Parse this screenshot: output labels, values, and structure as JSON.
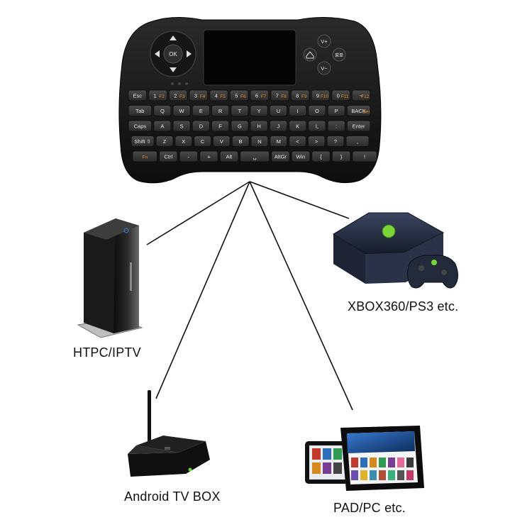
{
  "devices": {
    "htpc": {
      "label": "HTPC/IPTV"
    },
    "xbox": {
      "label": "XBOX360/PS3 etc."
    },
    "tvbox": {
      "label": "Android TV BOX"
    },
    "pad": {
      "label": "PAD/PC etc."
    }
  },
  "keyboard": {
    "ok_label": "OK",
    "vplus": "V+",
    "vminus": "V−",
    "menu": "菜单",
    "rows": [
      [
        "Esc",
        "1",
        "2",
        "3",
        "4",
        "5",
        "6",
        "7",
        "8",
        "9",
        "0",
        "~"
      ],
      [
        "Tab",
        "Q",
        "W",
        "E",
        "R",
        "T",
        "Y",
        "U",
        "I",
        "O",
        "P",
        "BACK"
      ],
      [
        "Caps",
        "A",
        "S",
        "D",
        "F",
        "G",
        "H",
        "J",
        "K",
        "L",
        ":",
        "Enter"
      ],
      [
        "Shift ⇧",
        "Z",
        "X",
        "C",
        "V",
        "B",
        "N",
        "M",
        "<",
        ">",
        "?",
        ","
      ],
      [
        "Fn",
        "Ctrl",
        "-",
        "+",
        "Alt",
        "␣",
        "AltGr",
        "Win",
        "{",
        "}",
        "!"
      ]
    ],
    "fn_row": [
      "F1",
      "F2",
      "F3",
      "F4",
      "F5",
      "F6",
      "F7",
      "F8",
      "F9",
      "F10",
      "F11",
      "F12"
    ],
    "del_label": "Del"
  },
  "colors": {
    "keyboard_body": "#1b1b1b",
    "key": "#3a3a3a",
    "fn_accent": "#e08a1c",
    "line": "#111111"
  }
}
